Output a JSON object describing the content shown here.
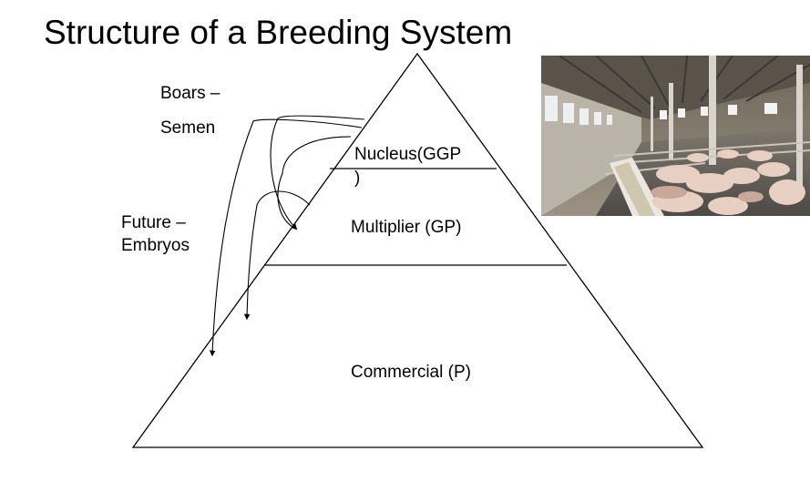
{
  "title": "Structure of a Breeding System",
  "flows": {
    "boars_line1": "Boars –",
    "boars_line2": "Semen",
    "future_line1": "Future –",
    "future_line2": "Embryos"
  },
  "tiers": {
    "nucleus_line1": "Nucleus(GGP",
    "nucleus_line2": ")",
    "multiplier": "Multiplier (GP)",
    "commercial": "Commercial (P)"
  },
  "photo": {
    "subject": "pig barn with pens"
  },
  "colors": {
    "line": "#000000",
    "background": "#ffffff"
  }
}
